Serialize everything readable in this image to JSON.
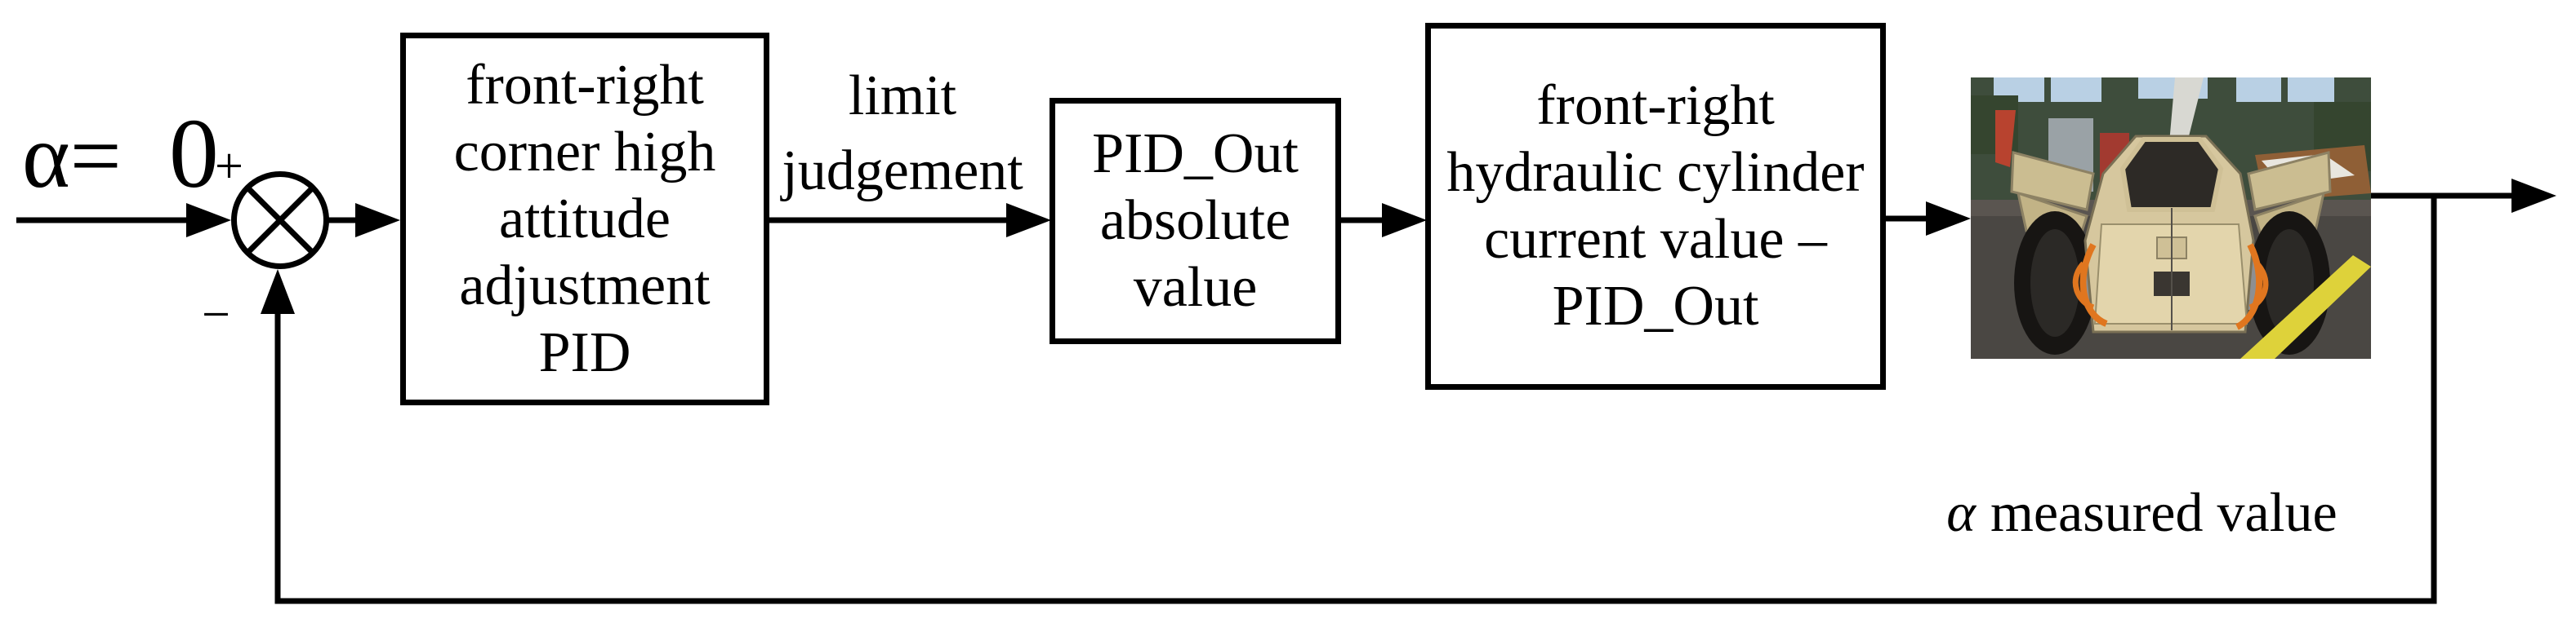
{
  "figure": {
    "setpoint": {
      "alpha_eq": "α=",
      "zero": "0"
    },
    "summing_junction": {
      "plus": "+",
      "minus": "−"
    },
    "blocks": [
      {
        "lines": [
          "front-right",
          "corner high",
          "attitude",
          "adjustment",
          "PID"
        ]
      },
      {
        "lines": [
          "PID_Out",
          "absolute",
          "value"
        ]
      },
      {
        "lines": [
          "front-right",
          "hydraulic cylinder",
          "current value –",
          "PID_Out"
        ]
      }
    ],
    "limit_label": {
      "line1": "limit",
      "line2": "judgement"
    },
    "feedback_label": {
      "alpha": "α",
      "rest": "measured value"
    },
    "photo": {
      "alt": "prototype vehicle in workshop"
    },
    "colors": {
      "line": "#000000",
      "background": "#ffffff",
      "vehicle_body": "#d6c79e",
      "cable_orange": "#e0761f",
      "floor": "#4a4743",
      "wall_green": "#3e4d3c",
      "floor_stripe": "#ded23a",
      "wheel": "#171513"
    }
  }
}
